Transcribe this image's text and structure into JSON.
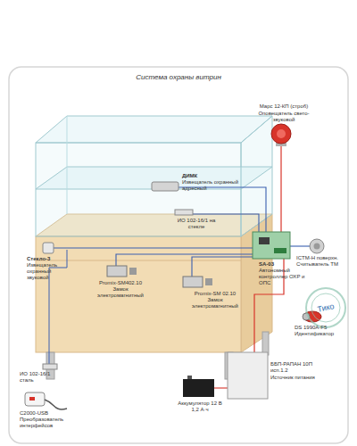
{
  "diagram": {
    "title": "Система охраны витрин",
    "labels": [
      "Марс 12-КП (строб)",
      "Оповещатель свето-звуковой",
      "ДИМК",
      "Извещатель охранный адресный",
      "ИО 102-16/1 на стекле",
      "SA-03",
      "Автономный контроллер ОХР и ОПС",
      "ICTM-H поверхн. Считыватель ТМ",
      "DS 1990A-F5 Идентификатор",
      "Стекло-3",
      "Извещатель охранный звуковой",
      "Promix-SM402.10 Замок электромагнитный",
      "Promix-SM 02.10 Замок электромагнитный",
      "ИО 102-16/1 сталь",
      "ББП-РАПАН 10П исп.1.2",
      "Источник питания",
      "Аккумулятор 12 В 1,2 А·ч",
      "С2000-USB Преобразователь интерфейсов",
      "Тико"
    ]
  }
}
